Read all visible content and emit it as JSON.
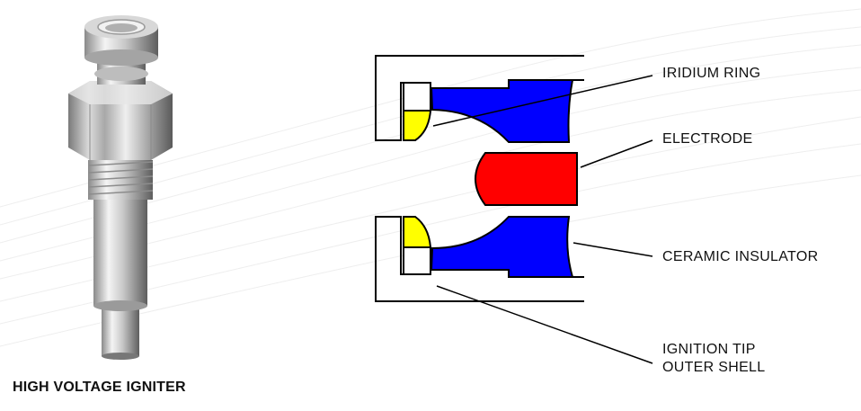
{
  "figure": {
    "caption": "HIGH VOLTAGE IGNITER",
    "callouts": {
      "iridium_ring": "IRIDIUM RING",
      "electrode": "ELECTRODE",
      "ceramic_insulator": "CERAMIC INSULATOR",
      "shell_line1": "IGNITION TIP",
      "shell_line2": "OUTER SHELL"
    },
    "colors": {
      "ceramic_insulator": "#0000ff",
      "electrode": "#ff0000",
      "iridium_ring": "#ffff00",
      "outline": "#000000",
      "metal_light": "#e8e8e8",
      "metal_dark": "#6e6e6e"
    }
  }
}
